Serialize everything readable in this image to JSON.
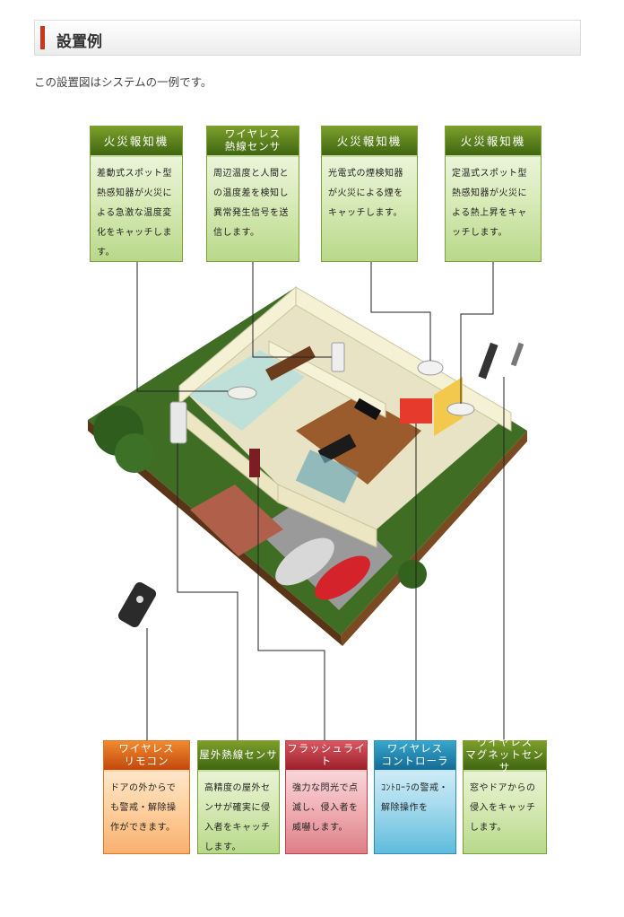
{
  "heading": {
    "title": "設置例"
  },
  "intro": "この設置図はシステムの一例です。",
  "top_cards": [
    {
      "title": "火災報知機",
      "text": "差動式スポット型熱感知器が火災による急激な温度変化をキャッチします。"
    },
    {
      "title": "ワイヤレス\n熱線センサ",
      "text": "周辺温度と人間との温度差を検知し異常発生信号を送信します。"
    },
    {
      "title": "火災報知機",
      "text": "光電式の煙検知器が火災による煙をキャッチします。"
    },
    {
      "title": "火災報知機",
      "text": "定温式スポット型熱感知器が火災による熱上昇をキャッチします。"
    }
  ],
  "bottom_cards": [
    {
      "title": "ワイヤレス\nリモコン",
      "text": "ドアの外からでも警戒・解除操作ができます。",
      "color": "orange"
    },
    {
      "title": "屋外熱線センサ",
      "text": "高精度の屋外センサが確実に侵入者をキャッチします。",
      "color": "green"
    },
    {
      "title": "フラッシュライト",
      "text": "強力な閃光で点滅し、侵入者を威嚇します。",
      "color": "red"
    },
    {
      "title": "ワイヤレス\nコントローラ",
      "text": "ｺﾝﾄﾛｰﾗの警戒・解除操作を",
      "color": "blue"
    },
    {
      "title": "ワイヤレス\nマグネットセンサ",
      "text": "窓やドアからの侵入をキャッチします。",
      "color": "green"
    }
  ],
  "colors": {
    "accent": "#c8361b",
    "green": "#4f7a18",
    "orange": "#e0701e",
    "red": "#b52d38",
    "blue": "#2487b3"
  }
}
